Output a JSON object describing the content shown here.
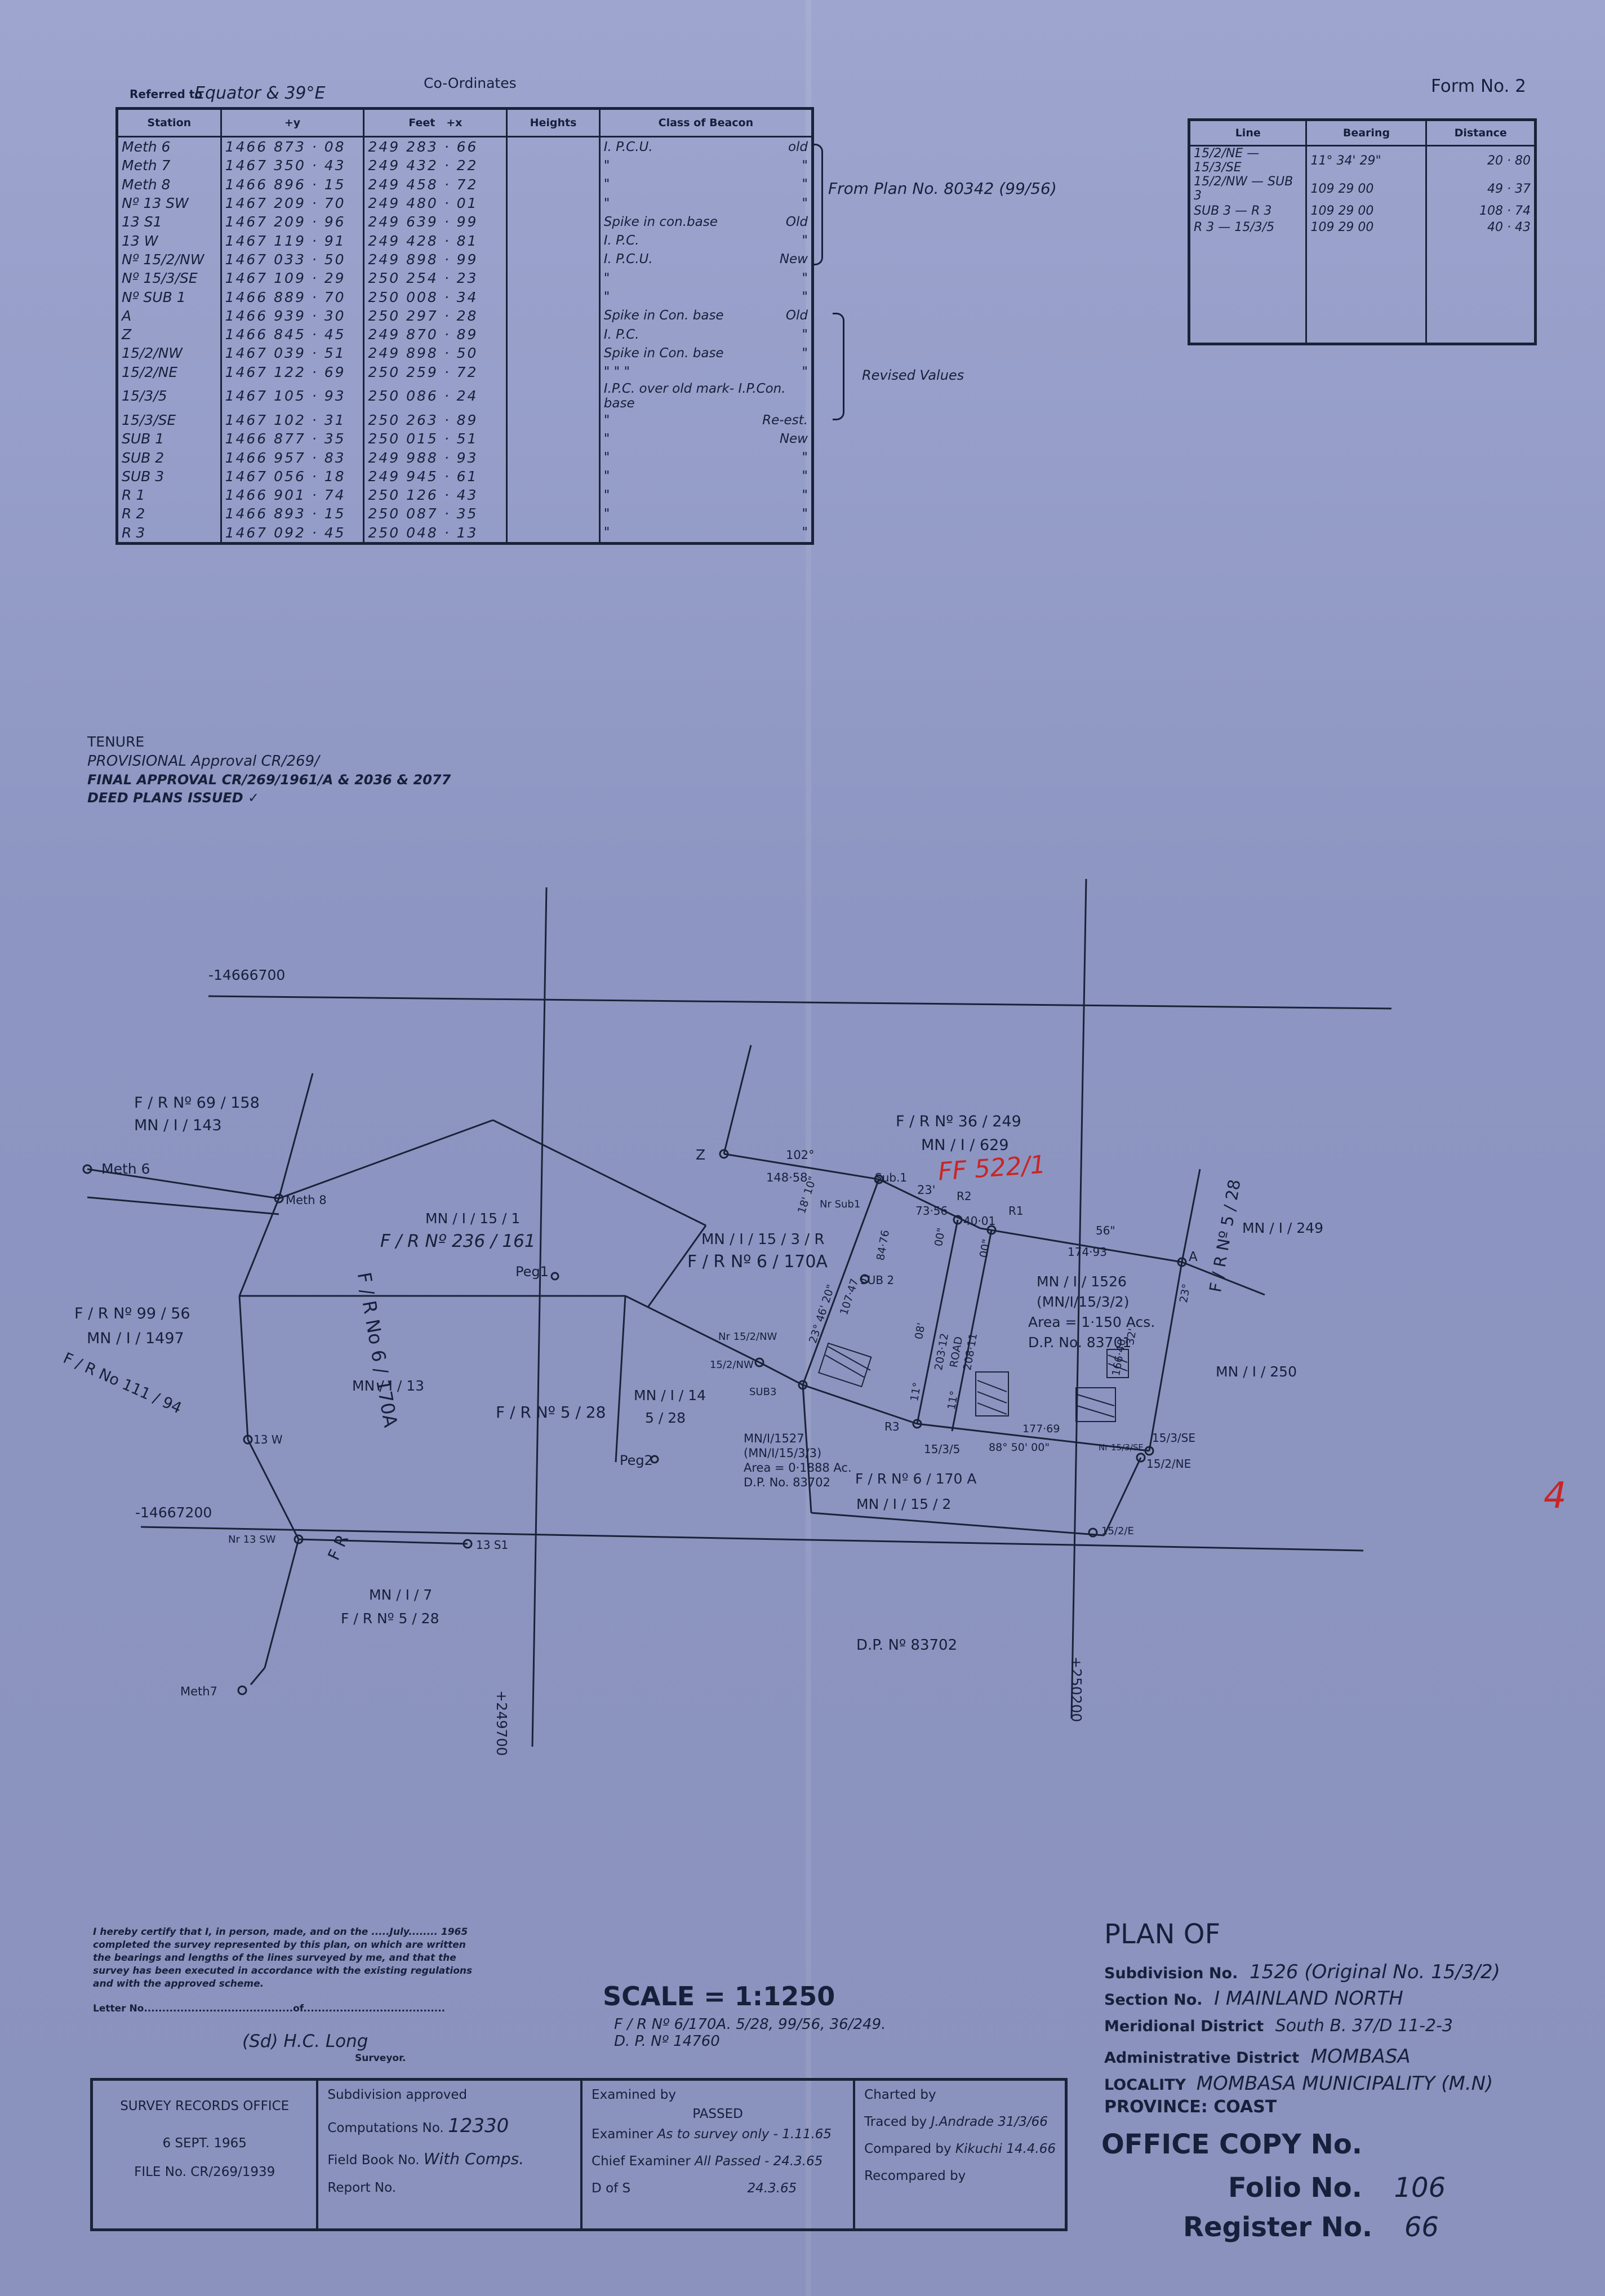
{
  "header": {
    "title": "Co-Ordinates",
    "referred_to_label": "Referred to",
    "referred_to_value": "Equator & 39°E",
    "form_no": "Form No. 2"
  },
  "coords_table": {
    "headers": [
      "Station",
      "+y",
      "Feet",
      "+x",
      "Heights",
      "Class of Beacon"
    ],
    "rows": [
      {
        "station": "Meth 6",
        "y": "1466 873 · 08",
        "x": "249 283 · 66",
        "beacon": "I. P.C.U.",
        "note": "old"
      },
      {
        "station": "Meth 7",
        "y": "1467 350 · 43",
        "x": "249 432 · 22",
        "beacon": "\"",
        "note": "\""
      },
      {
        "station": "Meth 8",
        "y": "1466 896 · 15",
        "x": "249 458 · 72",
        "beacon": "\"",
        "note": "\""
      },
      {
        "station": "Nº 13 SW",
        "y": "1467 209 · 70",
        "x": "249 480 · 01",
        "beacon": "\"",
        "note": "\""
      },
      {
        "station": "13 S1",
        "y": "1467 209 · 96",
        "x": "249 639 · 99",
        "beacon": "Spike in con.base",
        "note": "Old"
      },
      {
        "station": "13 W",
        "y": "1467 119 · 91",
        "x": "249 428 · 81",
        "beacon": "I. P.C.",
        "note": "\""
      },
      {
        "station": "Nº 15/2/NW",
        "y": "1467 033 · 50",
        "x": "249 898 · 99",
        "beacon": "I. P.C.U.",
        "note": "New"
      },
      {
        "station": "Nº 15/3/SE",
        "y": "1467 109 · 29",
        "x": "250 254 · 23",
        "beacon": "\"",
        "note": "\""
      },
      {
        "station": "Nº SUB 1",
        "y": "1466 889 · 70",
        "x": "250 008 · 34",
        "beacon": "\"",
        "note": "\""
      },
      {
        "station": "A",
        "y": "1466 939 · 30",
        "x": "250 297 · 28",
        "beacon": "Spike in Con. base",
        "note": "Old"
      },
      {
        "station": "Z",
        "y": "1466 845 · 45",
        "x": "249 870 · 89",
        "beacon": "I. P.C.",
        "note": "\""
      },
      {
        "station": "15/2/NW",
        "y": "1467 039 · 51",
        "x": "249 898 · 50",
        "beacon": "Spike in Con. base",
        "note": "\""
      },
      {
        "station": "15/2/NE",
        "y": "1467 122 · 69",
        "x": "250 259 · 72",
        "beacon": "\" \" \"",
        "note": "\""
      },
      {
        "station": "15/3/5",
        "y": "1467 105 · 93",
        "x": "250 086 · 24",
        "beacon": "I.P.C. over old mark- I.P.Con. base",
        "note": ""
      },
      {
        "station": "15/3/SE",
        "y": "1467 102 · 31",
        "x": "250 263 · 89",
        "beacon": "\"",
        "note": "Re-est."
      },
      {
        "station": "SUB 1",
        "y": "1466 877 · 35",
        "x": "250 015 · 51",
        "beacon": "\"",
        "note": "New"
      },
      {
        "station": "SUB 2",
        "y": "1466 957 · 83",
        "x": "249 988 · 93",
        "beacon": "\"",
        "note": "\""
      },
      {
        "station": "SUB 3",
        "y": "1467 056 · 18",
        "x": "249 945 · 61",
        "beacon": "\"",
        "note": "\""
      },
      {
        "station": "R 1",
        "y": "1466 901 · 74",
        "x": "250 126 · 43",
        "beacon": "\"",
        "note": "\""
      },
      {
        "station": "R 2",
        "y": "1466 893 · 15",
        "x": "250 087 · 35",
        "beacon": "\"",
        "note": "\""
      },
      {
        "station": "R 3",
        "y": "1467 092 · 45",
        "x": "250 048 · 13",
        "beacon": "\"",
        "note": "\""
      }
    ],
    "annotation_from_plan": "From Plan No. 80342 (99/56)",
    "annotation_revised": "Revised Values"
  },
  "lines_table": {
    "headers": [
      "Line",
      "Bearing",
      "Distance"
    ],
    "rows": [
      {
        "line": "15/2/NE — 15/3/SE",
        "bearing": "11°   34'   29\"",
        "distance": "20 · 80"
      },
      {
        "line": "15/2/NW — SUB 3",
        "bearing": "109   29   00",
        "distance": "49 · 37"
      },
      {
        "line": "SUB 3 — R 3",
        "bearing": "109   29   00",
        "distance": "108 · 74"
      },
      {
        "line": "R 3 — 15/3/5",
        "bearing": "109   29   00",
        "distance": "40 · 43"
      }
    ]
  },
  "tenure": {
    "title": "TENURE",
    "line1": "PROVISIONAL Approval  CR/269/",
    "line2": "FINAL APPROVAL   CR/269/1961/A & 2036 & 2077",
    "line3": "DEED PLANS ISSUED ✓"
  },
  "map": {
    "grid_labels": [
      "-14666700",
      "-14667200",
      "+249700",
      "+250200"
    ],
    "stations": [
      "Meth 6",
      "Meth 8",
      "13 W",
      "Nr 13 SW",
      "13 S1",
      "Meth7",
      "Z",
      "Sub.1",
      "Nr Sub1",
      "R2",
      "R1",
      "A",
      "SUB 2",
      "Nr 15/2/NW",
      "15/2/NW",
      "SUB3",
      "R3",
      "15/3/5",
      "15/3/SE",
      "Nr 15/3/SE",
      "15/2/NE",
      "15/2/E",
      "Peg1",
      "Peg2"
    ],
    "parcels": {
      "fr69": [
        "F / R  Nº  69 / 158",
        "MN / I / 143"
      ],
      "fr36": [
        "F / R  Nº  36 / 249",
        "MN / I / 629"
      ],
      "red_note": "FF 522/1",
      "mn151": [
        "MN / I / 15 / 1",
        "F / R  Nº  236 / 161"
      ],
      "mn153r": [
        "MN / I / 15 / 3 / R",
        "F / R  Nº  6 / 170A"
      ],
      "mn249": "MN / I / 249",
      "mn250": "MN / I / 250",
      "fr99": [
        "F / R  Nº  99 / 56",
        "MN / I / 1497"
      ],
      "fr111": "F / R  No  111 / 94",
      "mn13": "MN / I / 13",
      "fr6170a_diag": "F / R  No  6 / 170A",
      "fr528": "F   /   R   Nº   5 / 28",
      "mn114": [
        "MN / I / 14",
        "5 / 28"
      ],
      "mn1526": [
        "MN / I / 1526",
        "(MN/I/15/3/2)",
        "Area = 1·150 Acs.",
        "D.P. No. 83701"
      ],
      "mn1527": [
        "MN/I/1527",
        "(MN/I/15/3/3)",
        "Area = 0·1888 Ac.",
        "D.P. No. 83702"
      ],
      "fr6170a": "F / R  Nº  6 / 170 A",
      "mn152": "MN / I / 15 / 2",
      "mn17": [
        "MN / I / 7",
        "F / R  Nº  5 / 28"
      ],
      "fr528v": "F  / R  Nº 5 / 28",
      "fr_v": "F   R",
      "dp": "D.P. Nº  83702"
    },
    "dims": {
      "bearing_z_sub1": "102°",
      "dist_z_sub1": "148·58",
      "d_23": "23'",
      "d_7356": "73·56",
      "d_4001": "40·01",
      "d_56": "56\"",
      "d_17493": "174·93",
      "d_8476": "84·76",
      "d_10747": "107·47",
      "d_angle_1": "23°  46'  20\"",
      "d_angle_2": "18'   10\"",
      "d_00a": "00\"",
      "d_08": "08'",
      "d_20312": "203·12",
      "road": "ROAD",
      "d_20811": "208·11",
      "d_00b": "00\"",
      "d_11a": "11°",
      "d_11b": "11°",
      "d_17769": "177·69",
      "bearing_88": "88°   50'   00\"",
      "d_16640": "166·40",
      "d_32": "32'",
      "d_23b": "23°"
    }
  },
  "certificate": {
    "text": "I hereby certify that I, in person, made, and on the .....July........ 1965 completed the survey represented by this plan, on which are written the bearings and lengths of the lines surveyed by me, and that the survey has been executed in accordance with the existing regulations and with the approved scheme.",
    "letter_no": "Letter No.........................................of.......................................",
    "signature": "(Sd) H.C. Long",
    "surveyor": "Surveyor."
  },
  "scale": {
    "label": "SCALE = 1:1250",
    "line1": "F / R  Nº  6/170A.  5/28,  99/56,  36/249.",
    "line2": "D. P.  Nº  14760"
  },
  "office_table": {
    "office": "SURVEY  RECORDS  OFFICE",
    "date": "6  SEPT.  1965",
    "file_no": "FILE No.  CR/269/1939",
    "subdivision_approved_label": "Subdivision approved",
    "computations_label": "Computations No.",
    "computations_value": "12330",
    "field_book_label": "Field Book No.",
    "field_book_value": "With Comps.",
    "report_label": "Report  No.",
    "examined_label": "Examined by",
    "passed": "PASSED",
    "examiner_label": "Examiner",
    "examiner_value": "As to survey only - 1.11.65",
    "chief_label": "Chief Examiner",
    "chief_value": "All Passed - 24.3.65",
    "dos_label": "D of S",
    "dos_value": "24.3.65",
    "charted_label": "Charted by",
    "traced_label": "Traced by",
    "traced_value": "J.Andrade  31/3/66",
    "compared_label": "Compared by",
    "compared_value": "Kikuchi  14.4.66",
    "recompared_label": "Recompared by"
  },
  "plan_block": {
    "plan_of": "PLAN  OF",
    "subdivision_label": "Subdivision No.",
    "subdivision_value": "1526  (Original No. 15/3/2)",
    "section_label": "Section  No.",
    "section_value": "I  MAINLAND  NORTH",
    "meridional_label": "Meridional  District",
    "meridional_value": "South B. 37/D 11-2-3",
    "admin_label": "Administrative  District",
    "admin_value": "MOMBASA",
    "locality_label": "LOCALITY",
    "locality_value": "MOMBASA  MUNICIPALITY (M.N)",
    "province": "PROVINCE:  COAST",
    "office_copy_label": "OFFICE  COPY  No.",
    "folio_label": "Folio  No.",
    "folio_value": "106",
    "register_label": "Register  No.",
    "register_value": "66"
  },
  "margin_mark": "4",
  "colors": {
    "paper": "#9ea6cf",
    "ink": "#16203a",
    "red": "#c92525"
  }
}
